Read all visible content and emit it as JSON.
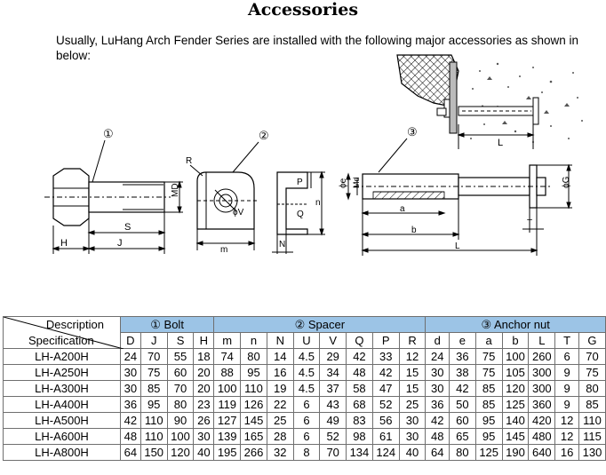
{
  "title": "Accessories",
  "intro": "Usually, LuHang Arch Fender Series are installed with the following major accessories as shown in below:",
  "drawing": {
    "callouts": [
      "①",
      "②",
      "③"
    ],
    "bolt_labels": {
      "H": "H",
      "J": "J",
      "S": "S",
      "MD": "MD"
    },
    "spacer_labels": {
      "R": "R",
      "phiV": "ϕV",
      "m": "m",
      "p": "P",
      "n": "n",
      "Q": "Q",
      "N": "N"
    },
    "nut_labels": {
      "phie": "ϕe",
      "Md": "Md",
      "a": "a",
      "b": "b",
      "L": "L",
      "T": "T",
      "phiG": "ϕG"
    },
    "install_labels": {
      "L": "L"
    }
  },
  "table": {
    "corner_top": "Description",
    "corner_bottom": "Specification",
    "groups": [
      {
        "label": "① Bolt",
        "span": 4
      },
      {
        "label": "② Spacer",
        "span": 8
      },
      {
        "label": "③ Anchor nut",
        "span": 7
      }
    ],
    "columns": [
      "D",
      "J",
      "S",
      "H",
      "m",
      "n",
      "N",
      "U",
      "V",
      "Q",
      "P",
      "R",
      "d",
      "e",
      "a",
      "b",
      "L",
      "T",
      "G"
    ],
    "rows": [
      {
        "spec": "LH-A200H",
        "values": [
          "24",
          "70",
          "55",
          "18",
          "74",
          "80",
          "14",
          "4.5",
          "29",
          "42",
          "33",
          "12",
          "24",
          "36",
          "75",
          "100",
          "260",
          "6",
          "70"
        ]
      },
      {
        "spec": "LH-A250H",
        "values": [
          "30",
          "75",
          "60",
          "20",
          "88",
          "95",
          "16",
          "4.5",
          "34",
          "48",
          "42",
          "15",
          "30",
          "38",
          "75",
          "105",
          "300",
          "9",
          "75"
        ]
      },
      {
        "spec": "LH-A300H",
        "values": [
          "30",
          "85",
          "70",
          "20",
          "100",
          "110",
          "19",
          "4.5",
          "37",
          "58",
          "47",
          "15",
          "30",
          "42",
          "85",
          "120",
          "300",
          "9",
          "80"
        ]
      },
      {
        "spec": "LH-A400H",
        "values": [
          "36",
          "95",
          "80",
          "23",
          "119",
          "126",
          "22",
          "6",
          "43",
          "68",
          "52",
          "25",
          "36",
          "50",
          "85",
          "125",
          "360",
          "9",
          "85"
        ]
      },
      {
        "spec": "LH-A500H",
        "values": [
          "42",
          "110",
          "90",
          "26",
          "127",
          "145",
          "25",
          "6",
          "49",
          "83",
          "56",
          "30",
          "42",
          "60",
          "95",
          "140",
          "420",
          "12",
          "110"
        ]
      },
      {
        "spec": "LH-A600H",
        "values": [
          "48",
          "110",
          "100",
          "30",
          "139",
          "165",
          "28",
          "6",
          "52",
          "98",
          "61",
          "30",
          "48",
          "65",
          "95",
          "145",
          "480",
          "12",
          "115"
        ]
      },
      {
        "spec": "LH-A800H",
        "values": [
          "64",
          "150",
          "120",
          "40",
          "195",
          "266",
          "32",
          "8",
          "70",
          "134",
          "124",
          "40",
          "64",
          "80",
          "125",
          "190",
          "640",
          "16",
          "130"
        ]
      }
    ]
  }
}
